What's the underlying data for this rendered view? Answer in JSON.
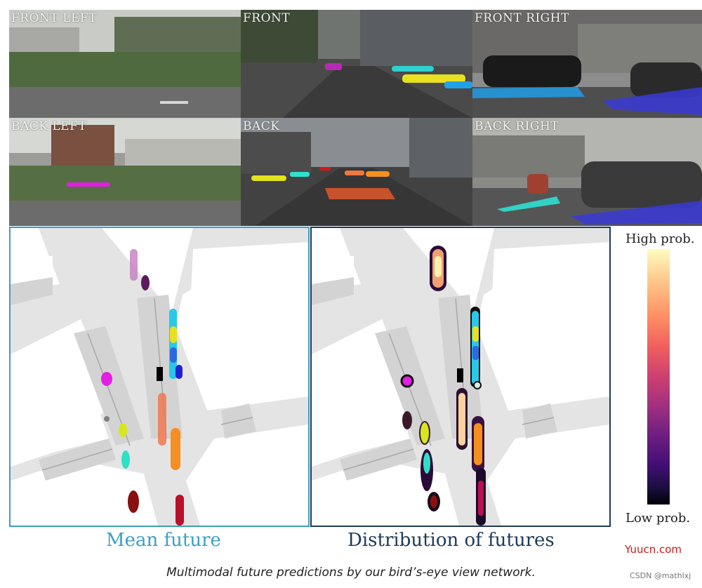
{
  "cameras": {
    "front_left": "FRONT LEFT",
    "front": "FRONT",
    "front_right": "FRONT RIGHT",
    "back_left": "BACK LEFT",
    "back": "BACK",
    "back_right": "BACK RIGHT"
  },
  "panels": {
    "mean": "Mean future",
    "distribution": "Distribution of futures"
  },
  "colorbar": {
    "high": "High prob.",
    "low": "Low prob.",
    "colormap": "magma"
  },
  "caption": "Multimodal future predictions by our bird’s-eye view network.",
  "watermarks": {
    "site": "Yuucn.com",
    "author": "CSDN @mathlxj"
  },
  "colors": {
    "mean_frame": "#3aa0c4",
    "dist_frame": "#1e3a5a",
    "mean_caption": "#3aa0c4",
    "dist_caption": "#1e3a5a"
  }
}
